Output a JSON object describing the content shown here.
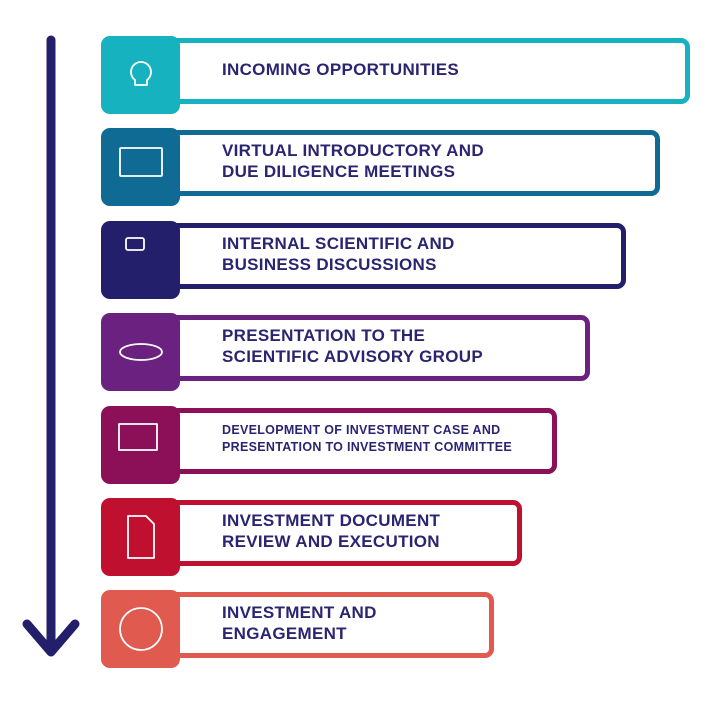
{
  "steps": [
    {
      "line1": "INCOMING OPPORTUNITIES",
      "line2": "",
      "icon": "lightbulb-star-icon",
      "color": "#17b2bf"
    },
    {
      "line1": "VIRTUAL INTRODUCTORY AND",
      "line2": "DUE DILIGENCE MEETINGS",
      "icon": "video-conference-icon",
      "color": "#0f6b93"
    },
    {
      "line1": "INTERNAL SCIENTIFIC AND",
      "line2": "BUSINESS DISCUSSIONS",
      "icon": "discussion-icon",
      "color": "#231f6b"
    },
    {
      "line1": "PRESENTATION TO THE",
      "line2": "SCIENTIFIC ADVISORY GROUP",
      "icon": "atom-icon",
      "color": "#6b2180"
    },
    {
      "line1": "DEVELOPMENT OF INVESTMENT CASE AND",
      "line2": "PRESENTATION TO INVESTMENT COMMITTEE",
      "icon": "presentation-icon",
      "color": "#8c1058"
    },
    {
      "line1": "INVESTMENT DOCUMENT",
      "line2": "REVIEW AND EXECUTION",
      "icon": "document-review-icon",
      "color": "#c0102f"
    },
    {
      "line1": "INVESTMENT AND",
      "line2": "ENGAGEMENT",
      "icon": "dollar-coin-icon",
      "color": "#e05a50"
    }
  ],
  "arrow_color": "#231f6b",
  "text_color": "#2a2570"
}
